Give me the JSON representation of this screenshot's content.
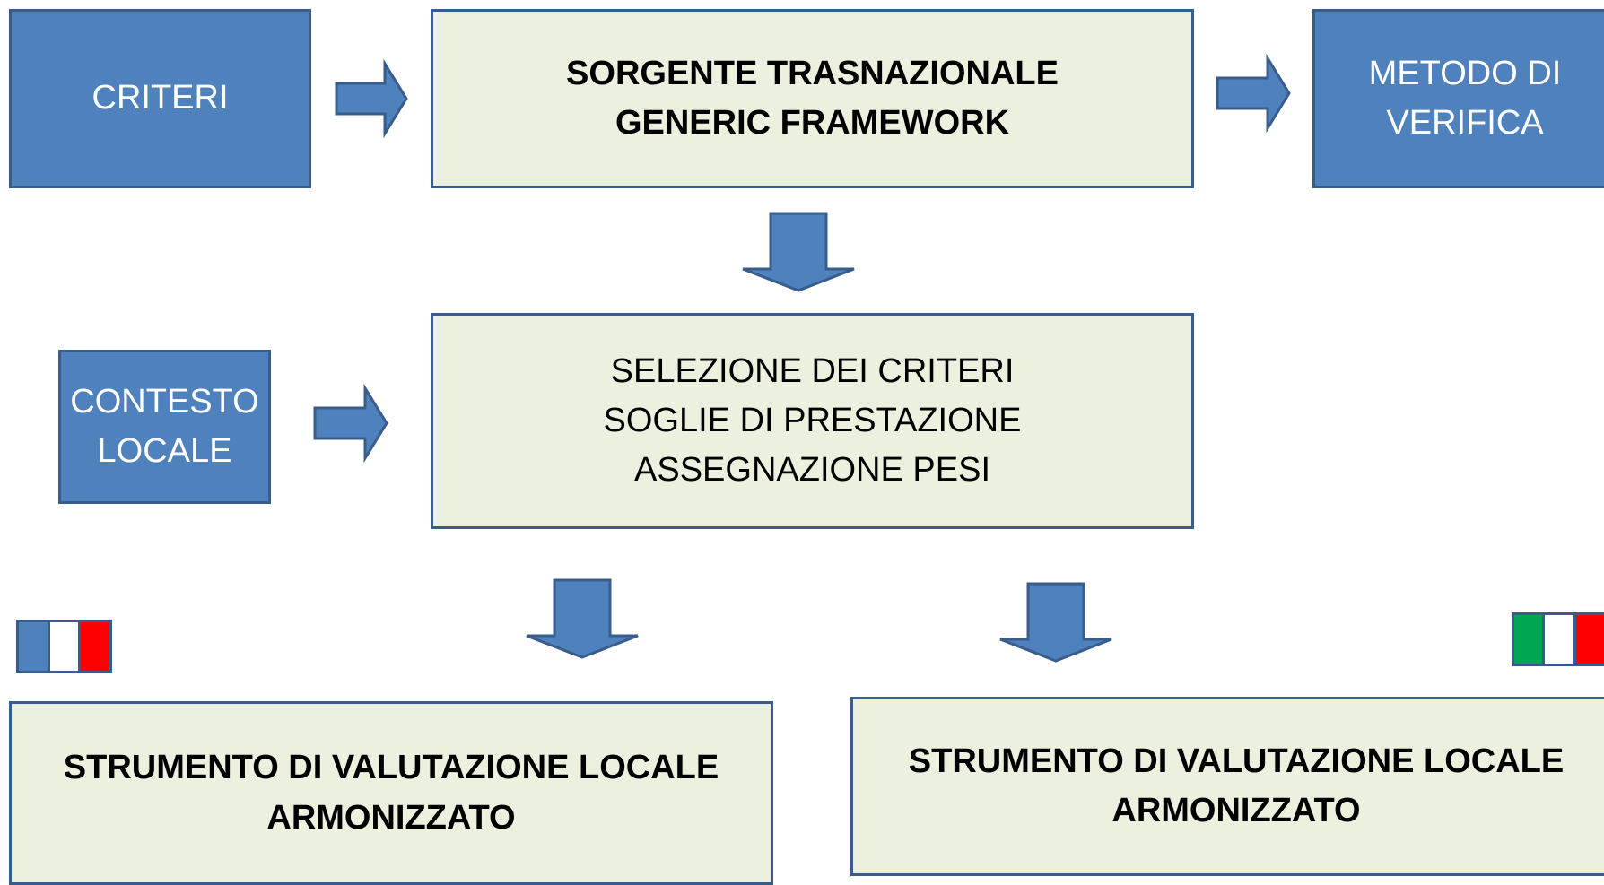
{
  "boxes": {
    "criteri": [
      "CRITERI"
    ],
    "sorgente": [
      "SORGENTE TRASNAZIONALE",
      "GENERIC FRAMEWORK"
    ],
    "metodo": [
      "METODO DI",
      "VERIFICA"
    ],
    "contesto": [
      "CONTESTO",
      "LOCALE"
    ],
    "selezione": [
      "SELEZIONE DEI CRITERI",
      "SOGLIE DI PRESTAZIONE",
      "ASSEGNAZIONE PESI"
    ],
    "strumento_left": [
      "STRUMENTO DI VALUTAZIONE LOCALE",
      "ARMONIZZATO"
    ],
    "strumento_right": [
      "STRUMENTO DI VALUTAZIONE LOCALE",
      "ARMONIZZATO"
    ]
  },
  "colors": {
    "box_blue": "#4f81bd",
    "box_border": "#385d8a",
    "box_cream": "#ebf1de",
    "flag_france": [
      "#4f81bd",
      "#ffffff",
      "#ff0000"
    ],
    "flag_italy": [
      "#00a651",
      "#ffffff",
      "#ff0000"
    ]
  },
  "icons": {
    "flag_left": "france-flag-icon",
    "flag_right": "italy-flag-icon",
    "arrows": "block-arrow-icon"
  }
}
